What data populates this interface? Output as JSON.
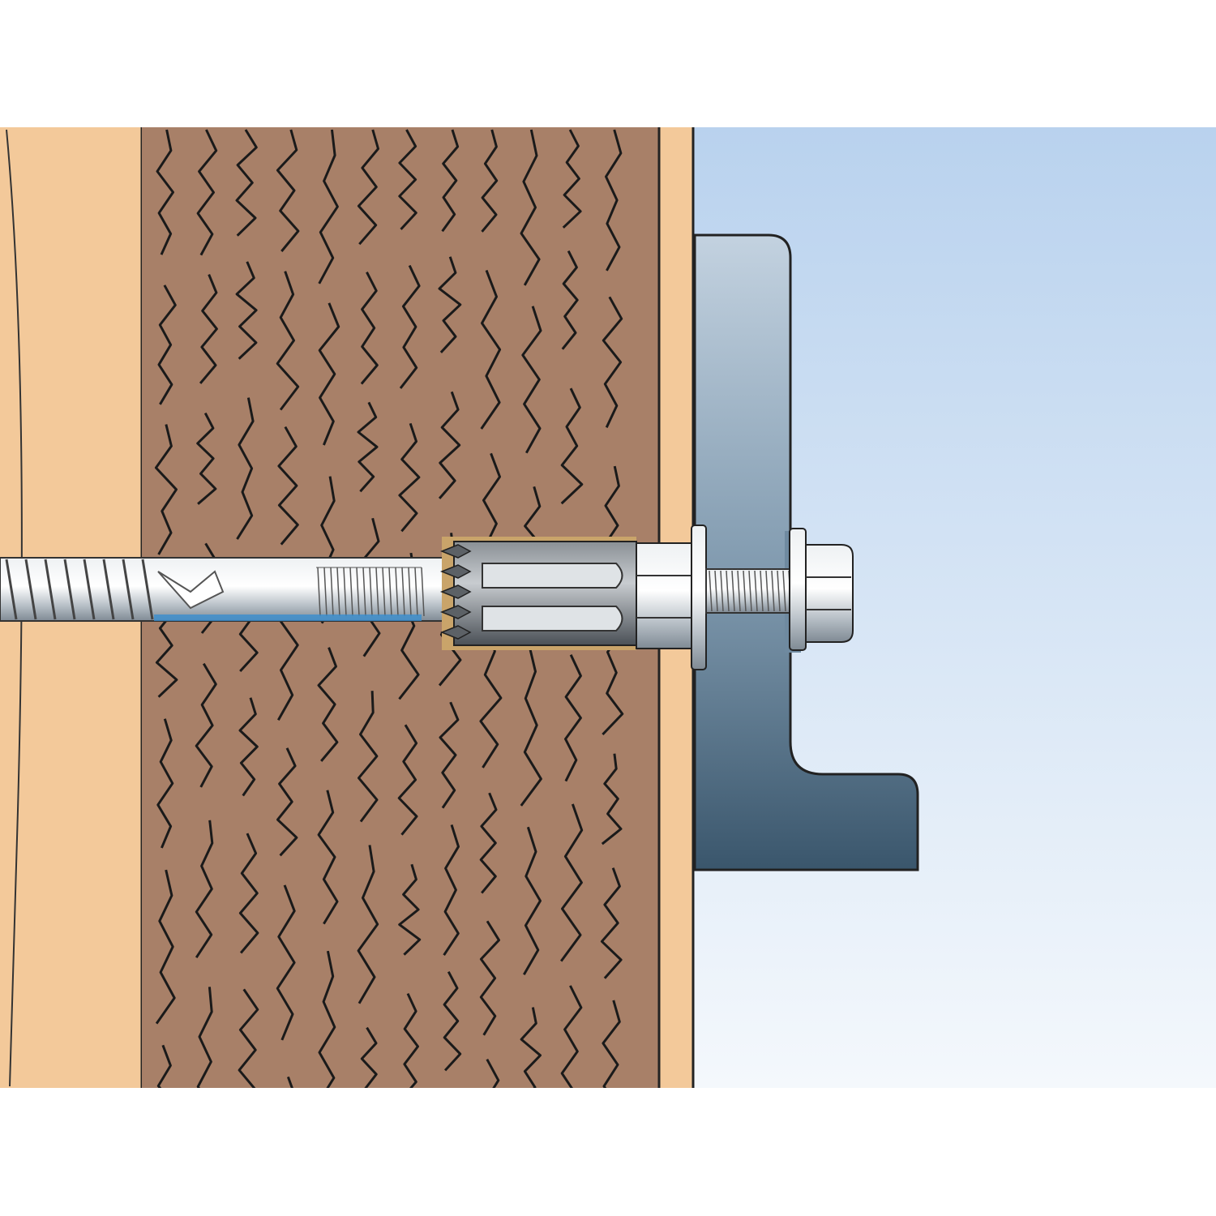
{
  "diagram": {
    "parts": [
      {
        "id": "left-plank",
        "icon": "light-wood-plank"
      },
      {
        "id": "timber-beam",
        "icon": "wood-grain-beam"
      },
      {
        "id": "right-plank",
        "icon": "thin-wood-plank"
      },
      {
        "id": "steel-bracket",
        "icon": "angle-bracket"
      },
      {
        "id": "screw",
        "icon": "threaded-screw"
      },
      {
        "id": "anchor-sleeve",
        "icon": "expansion-sleeve"
      },
      {
        "id": "hex-nut",
        "icon": "hex-nut"
      },
      {
        "id": "washer",
        "icon": "washer"
      },
      {
        "id": "threaded-rod",
        "icon": "threaded-rod"
      },
      {
        "id": "hex-bolt",
        "icon": "hex-bolt-head"
      }
    ],
    "colors": {
      "light_wood": "#f3c99a",
      "beam_wood": "#a88068",
      "grain_line": "#1a1a1a",
      "bracket_top": "#b8c8d8",
      "bracket_bottom": "#3f5c73",
      "sky_top": "#b9d2ee",
      "sky_bottom": "#f4f8fc",
      "steel": "#d8dde2",
      "sleeve_dark": "#6e7478",
      "outline": "#222222",
      "accent_blue": "#3a8fd0"
    }
  }
}
